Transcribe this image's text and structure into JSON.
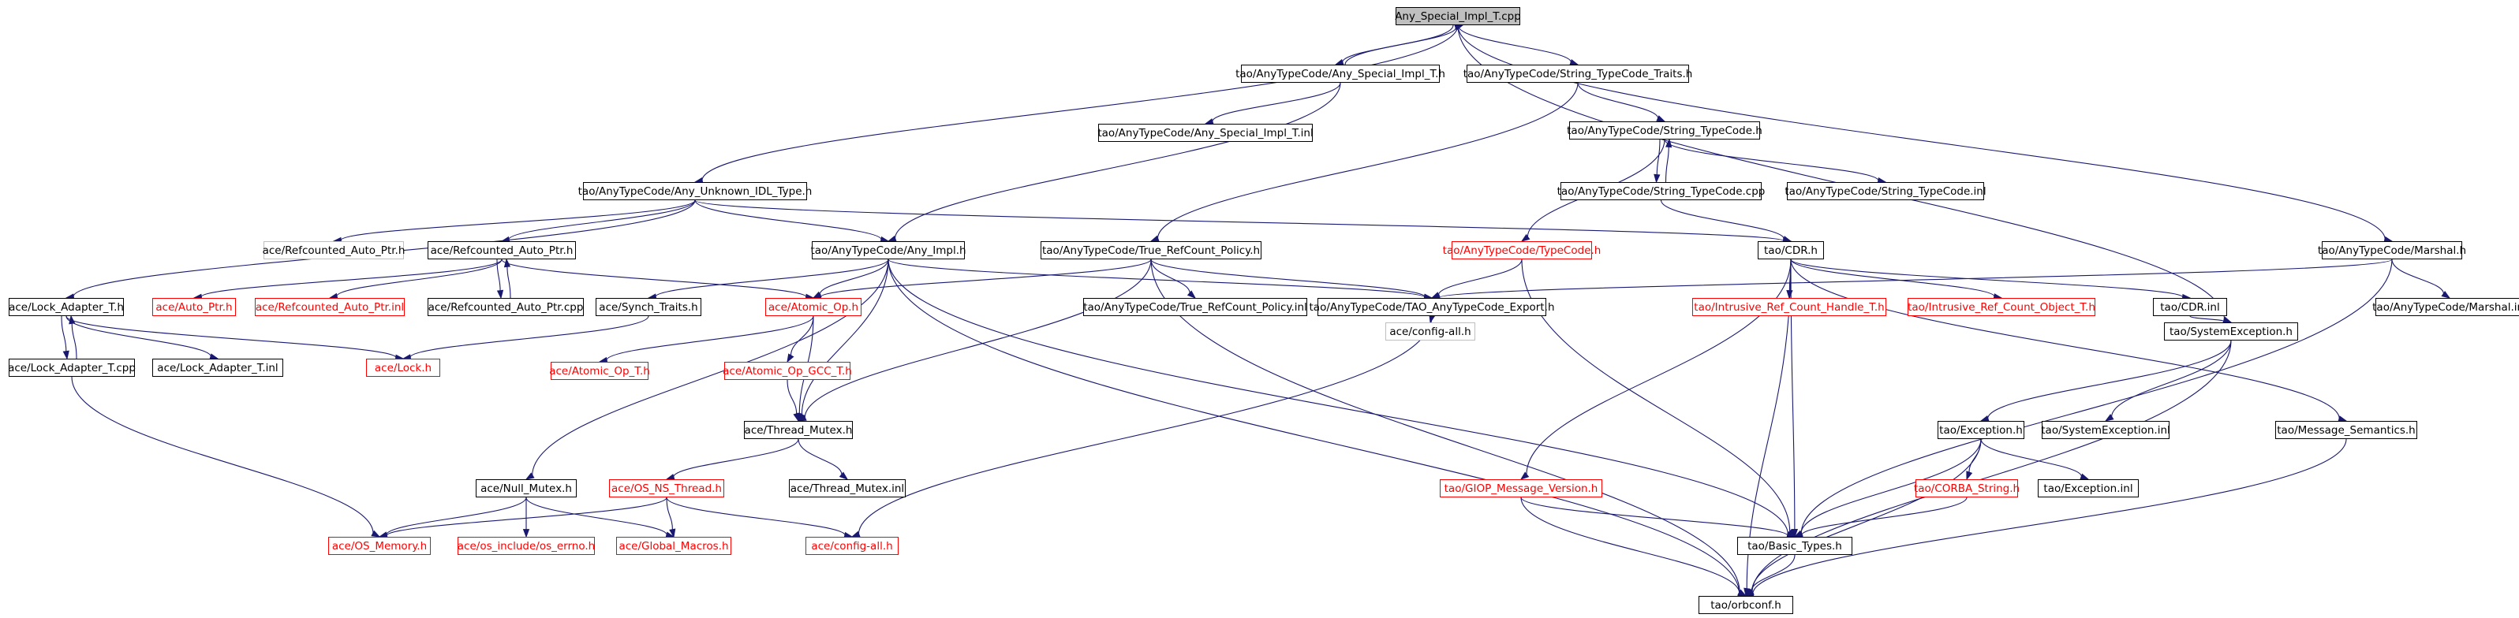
{
  "graph": {
    "edge_color": "#191970",
    "node_border_colors": {
      "documented": "#000000",
      "truncated": "#ff0000",
      "undocumented": "#bfbfbf"
    },
    "root_fill": "#bfbfbf",
    "nodes": [
      {
        "id": "n_root",
        "label": "Any_Special_Impl_T.cpp",
        "kind": "root"
      },
      {
        "id": "n_aspec_h",
        "label": "tao/AnyTypeCode/Any_Special_Impl_T.h",
        "kind": "documented"
      },
      {
        "id": "n_aspec_inl",
        "label": "tao/AnyTypeCode/Any_Special_Impl_T.inl",
        "kind": "documented"
      },
      {
        "id": "n_strtraits",
        "label": "tao/AnyTypeCode/String_TypeCode_Traits.h",
        "kind": "documented"
      },
      {
        "id": "n_strtc_h",
        "label": "tao/AnyTypeCode/String_TypeCode.h",
        "kind": "documented"
      },
      {
        "id": "n_strtc_cpp",
        "label": "tao/AnyTypeCode/String_TypeCode.cpp",
        "kind": "documented"
      },
      {
        "id": "n_strtc_inl",
        "label": "tao/AnyTypeCode/String_TypeCode.inl",
        "kind": "documented"
      },
      {
        "id": "n_unknown",
        "label": "tao/AnyTypeCode/Any_Unknown_IDL_Type.h",
        "kind": "documented"
      },
      {
        "id": "n_refptr_gray",
        "label": "ace/Refcounted_Auto_Ptr.h",
        "kind": "undocumented"
      },
      {
        "id": "n_refptr",
        "label": "ace/Refcounted_Auto_Ptr.h",
        "kind": "documented"
      },
      {
        "id": "n_anyimpl",
        "label": "tao/AnyTypeCode/Any_Impl.h",
        "kind": "documented"
      },
      {
        "id": "n_truerc",
        "label": "tao/AnyTypeCode/True_RefCount_Policy.h",
        "kind": "documented"
      },
      {
        "id": "n_typecode",
        "label": "tao/AnyTypeCode/TypeCode.h",
        "kind": "truncated"
      },
      {
        "id": "n_cdr",
        "label": "tao/CDR.h",
        "kind": "documented"
      },
      {
        "id": "n_marshal",
        "label": "tao/AnyTypeCode/Marshal.h",
        "kind": "documented"
      },
      {
        "id": "n_lockadapt",
        "label": "ace/Lock_Adapter_T.h",
        "kind": "documented"
      },
      {
        "id": "n_autoptr",
        "label": "ace/Auto_Ptr.h",
        "kind": "truncated"
      },
      {
        "id": "n_refptr_inl",
        "label": "ace/Refcounted_Auto_Ptr.inl",
        "kind": "truncated"
      },
      {
        "id": "n_refptr_cpp",
        "label": "ace/Refcounted_Auto_Ptr.cpp",
        "kind": "documented"
      },
      {
        "id": "n_synch",
        "label": "ace/Synch_Traits.h",
        "kind": "documented"
      },
      {
        "id": "n_atomic",
        "label": "ace/Atomic_Op.h",
        "kind": "truncated"
      },
      {
        "id": "n_truerc_inl",
        "label": "tao/AnyTypeCode/True_RefCount_Policy.inl",
        "kind": "documented"
      },
      {
        "id": "n_export",
        "label": "tao/AnyTypeCode/TAO_AnyTypeCode_Export.h",
        "kind": "documented"
      },
      {
        "id": "n_irch",
        "label": "tao/Intrusive_Ref_Count_Handle_T.h",
        "kind": "truncated"
      },
      {
        "id": "n_irco",
        "label": "tao/Intrusive_Ref_Count_Object_T.h",
        "kind": "truncated"
      },
      {
        "id": "n_cdrinl",
        "label": "tao/CDR.inl",
        "kind": "documented"
      },
      {
        "id": "n_marshal_inl",
        "label": "tao/AnyTypeCode/Marshal.inl",
        "kind": "documented"
      },
      {
        "id": "n_lockadapt_cpp",
        "label": "ace/Lock_Adapter_T.cpp",
        "kind": "documented"
      },
      {
        "id": "n_lockadapt_inl",
        "label": "ace/Lock_Adapter_T.inl",
        "kind": "documented"
      },
      {
        "id": "n_lock",
        "label": "ace/Lock.h",
        "kind": "truncated"
      },
      {
        "id": "n_atomic_t",
        "label": "ace/Atomic_Op_T.h",
        "kind": "truncated"
      },
      {
        "id": "n_atomic_gcc",
        "label": "ace/Atomic_Op_GCC_T.h",
        "kind": "truncated"
      },
      {
        "id": "n_configall_gray",
        "label": "ace/config-all.h",
        "kind": "undocumented"
      },
      {
        "id": "n_sysexc",
        "label": "tao/SystemException.h",
        "kind": "documented"
      },
      {
        "id": "n_thrmutex",
        "label": "ace/Thread_Mutex.h",
        "kind": "documented"
      },
      {
        "id": "n_exception",
        "label": "tao/Exception.h",
        "kind": "documented"
      },
      {
        "id": "n_sysexc_inl",
        "label": "tao/SystemException.inl",
        "kind": "documented"
      },
      {
        "id": "n_msgsem",
        "label": "tao/Message_Semantics.h",
        "kind": "documented"
      },
      {
        "id": "n_nullmutex",
        "label": "ace/Null_Mutex.h",
        "kind": "documented"
      },
      {
        "id": "n_osns",
        "label": "ace/OS_NS_Thread.h",
        "kind": "truncated"
      },
      {
        "id": "n_thrmutex_inl",
        "label": "ace/Thread_Mutex.inl",
        "kind": "documented"
      },
      {
        "id": "n_giop",
        "label": "tao/GIOP_Message_Version.h",
        "kind": "truncated"
      },
      {
        "id": "n_corbastr",
        "label": "tao/CORBA_String.h",
        "kind": "truncated"
      },
      {
        "id": "n_exc_inl",
        "label": "tao/Exception.inl",
        "kind": "documented"
      },
      {
        "id": "n_osmem",
        "label": "ace/OS_Memory.h",
        "kind": "truncated"
      },
      {
        "id": "n_oserrno",
        "label": "ace/os_include/os_errno.h",
        "kind": "truncated"
      },
      {
        "id": "n_globmac",
        "label": "ace/Global_Macros.h",
        "kind": "truncated"
      },
      {
        "id": "n_configall",
        "label": "ace/config-all.h",
        "kind": "truncated"
      },
      {
        "id": "n_basic",
        "label": "tao/Basic_Types.h",
        "kind": "documented"
      },
      {
        "id": "n_orbconf",
        "label": "tao/orbconf.h",
        "kind": "documented"
      }
    ],
    "edges": [
      [
        "n_root",
        "n_aspec_h"
      ],
      [
        "n_root",
        "n_strtraits"
      ],
      [
        "n_root",
        "n_unknown"
      ],
      [
        "n_root",
        "n_sysexc"
      ],
      [
        "n_root",
        "n_marshal"
      ],
      [
        "n_aspec_h",
        "n_root"
      ],
      [
        "n_aspec_h",
        "n_aspec_inl"
      ],
      [
        "n_aspec_h",
        "n_anyimpl"
      ],
      [
        "n_strtraits",
        "n_strtc_h"
      ],
      [
        "n_strtraits",
        "n_truerc"
      ],
      [
        "n_strtc_h",
        "n_strtc_cpp"
      ],
      [
        "n_strtc_h",
        "n_strtc_inl"
      ],
      [
        "n_strtc_h",
        "n_typecode"
      ],
      [
        "n_strtc_cpp",
        "n_strtc_h"
      ],
      [
        "n_strtc_cpp",
        "n_cdr"
      ],
      [
        "n_unknown",
        "n_refptr_gray"
      ],
      [
        "n_unknown",
        "n_refptr"
      ],
      [
        "n_unknown",
        "n_anyimpl"
      ],
      [
        "n_unknown",
        "n_lockadapt"
      ],
      [
        "n_unknown",
        "n_cdr"
      ],
      [
        "n_refptr",
        "n_autoptr"
      ],
      [
        "n_refptr",
        "n_refptr_inl"
      ],
      [
        "n_refptr",
        "n_refptr_cpp"
      ],
      [
        "n_refptr",
        "n_atomic"
      ],
      [
        "n_refptr_cpp",
        "n_refptr"
      ],
      [
        "n_anyimpl",
        "n_synch"
      ],
      [
        "n_anyimpl",
        "n_atomic"
      ],
      [
        "n_anyimpl",
        "n_export"
      ],
      [
        "n_anyimpl",
        "n_thrmutex"
      ],
      [
        "n_anyimpl",
        "n_basic"
      ],
      [
        "n_anyimpl",
        "n_orbconf"
      ],
      [
        "n_anyimpl",
        "n_nullmutex"
      ],
      [
        "n_truerc",
        "n_truerc_inl"
      ],
      [
        "n_truerc",
        "n_export"
      ],
      [
        "n_truerc",
        "n_atomic"
      ],
      [
        "n_truerc",
        "n_thrmutex"
      ],
      [
        "n_truerc",
        "n_orbconf"
      ],
      [
        "n_typecode",
        "n_export"
      ],
      [
        "n_typecode",
        "n_basic"
      ],
      [
        "n_cdr",
        "n_irch"
      ],
      [
        "n_cdr",
        "n_irco"
      ],
      [
        "n_cdr",
        "n_cdrinl"
      ],
      [
        "n_cdr",
        "n_basic"
      ],
      [
        "n_cdr",
        "n_msgsem"
      ],
      [
        "n_cdr",
        "n_giop"
      ],
      [
        "n_cdr",
        "n_orbconf"
      ],
      [
        "n_marshal",
        "n_marshal_inl"
      ],
      [
        "n_marshal",
        "n_export"
      ],
      [
        "n_marshal",
        "n_basic"
      ],
      [
        "n_lockadapt",
        "n_lockadapt_cpp"
      ],
      [
        "n_lockadapt",
        "n_lockadapt_inl"
      ],
      [
        "n_lockadapt",
        "n_lock"
      ],
      [
        "n_lockadapt_cpp",
        "n_lockadapt"
      ],
      [
        "n_lockadapt_cpp",
        "n_osmem"
      ],
      [
        "n_synch",
        "n_lock"
      ],
      [
        "n_atomic",
        "n_atomic_t"
      ],
      [
        "n_atomic",
        "n_atomic_gcc"
      ],
      [
        "n_atomic",
        "n_thrmutex"
      ],
      [
        "n_atomic_gcc",
        "n_thrmutex"
      ],
      [
        "n_export",
        "n_configall_gray"
      ],
      [
        "n_export",
        "n_configall"
      ],
      [
        "n_cdrinl",
        "n_sysexc"
      ],
      [
        "n_sysexc",
        "n_exception"
      ],
      [
        "n_sysexc",
        "n_sysexc_inl"
      ],
      [
        "n_sysexc",
        "n_orbconf"
      ],
      [
        "n_thrmutex",
        "n_osns"
      ],
      [
        "n_thrmutex",
        "n_thrmutex_inl"
      ],
      [
        "n_exception",
        "n_corbastr"
      ],
      [
        "n_exception",
        "n_exc_inl"
      ],
      [
        "n_exception",
        "n_basic"
      ],
      [
        "n_exception",
        "n_orbconf"
      ],
      [
        "n_msgsem",
        "n_orbconf"
      ],
      [
        "n_nullmutex",
        "n_osmem"
      ],
      [
        "n_nullmutex",
        "n_oserrno"
      ],
      [
        "n_nullmutex",
        "n_globmac"
      ],
      [
        "n_osns",
        "n_osmem"
      ],
      [
        "n_osns",
        "n_globmac"
      ],
      [
        "n_osns",
        "n_configall"
      ],
      [
        "n_giop",
        "n_basic"
      ],
      [
        "n_giop",
        "n_orbconf"
      ],
      [
        "n_corbastr",
        "n_basic"
      ],
      [
        "n_basic",
        "n_orbconf"
      ]
    ]
  }
}
